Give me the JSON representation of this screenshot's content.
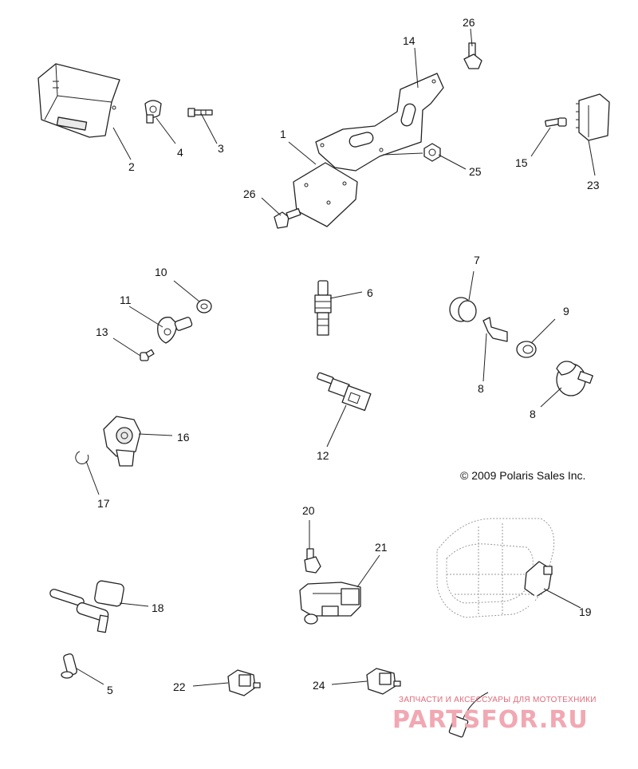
{
  "copyright": "© 2009 Polaris Sales Inc.",
  "watermark": {
    "tagline": "ЗАПЧАСТИ И АКСЕССУАРЫ ДЛЯ МОТОТЕХНИКИ",
    "brand": "PARTSFOR.RU"
  },
  "callouts": {
    "c1": "1",
    "c2": "2",
    "c3": "3",
    "c4": "4",
    "c5": "5",
    "c6": "6",
    "c7": "7",
    "c8a": "8",
    "c8b": "8",
    "c9": "9",
    "c10": "10",
    "c11": "11",
    "c12": "12",
    "c13": "13",
    "c14": "14",
    "c15": "15",
    "c16": "16",
    "c17": "17",
    "c18": "18",
    "c19": "19",
    "c20": "20",
    "c21": "21",
    "c22": "22",
    "c23": "23",
    "c24": "24",
    "c25": "25",
    "c26a": "26",
    "c26b": "26"
  },
  "colors": {
    "line": "#222222",
    "background": "#ffffff",
    "watermark": "#e06a78"
  }
}
